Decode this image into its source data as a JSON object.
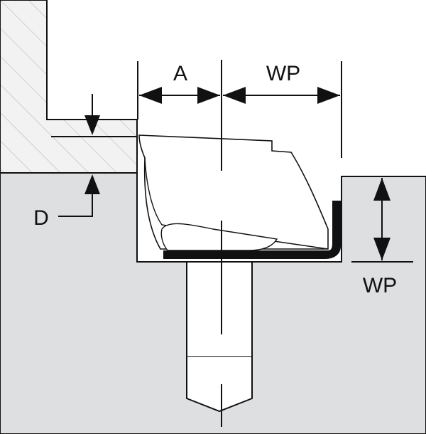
{
  "labels": {
    "a": "A",
    "wp_top": "WP",
    "wp_right": "WP",
    "d": "D"
  },
  "colors": {
    "background": "#ffffff",
    "workpiece_fill": "#dedfe1",
    "hatch_fill": "#f2f2f2",
    "hatch_line": "#b8b8b8",
    "stroke": "#111111",
    "clamp_plate": "#111111"
  },
  "icons": {
    "dimension_arrow": "arrowhead",
    "centerline": "dash-dot-line"
  }
}
